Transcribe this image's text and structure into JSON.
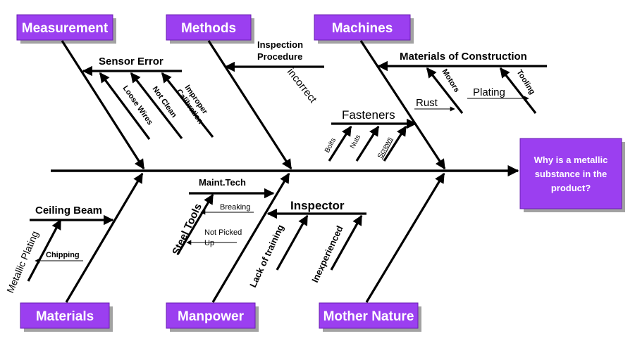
{
  "effect": "Why is a metallic substance in the product?",
  "categories": {
    "measurement": "Measurement",
    "methods": "Methods",
    "machines": "Machines",
    "materials": "Materials",
    "manpower": "Manpower",
    "mother_nature": "Mother Nature"
  },
  "causes": {
    "sensor_error": "Sensor Error",
    "loose_wires": "Loose Wires",
    "not_clean": "Not Clean",
    "improper": "Improper",
    "calibration": "Calibration",
    "inspection": "Inspection",
    "procedure": "Procedure",
    "incorrect": "incorrect",
    "materials_of_construction": "Materials of Construction",
    "motors": "Motors",
    "tooling": "Tooling",
    "rust": "Rust",
    "plating": "Plating",
    "fasteners": "Fasteners",
    "bolts": "Bolts",
    "nuts": "Nuts",
    "screws": "Screws",
    "ceiling_beam": "Ceiling Beam",
    "metallic_plating": "Metallic Plating",
    "chipping": "Chipping",
    "maint_tech": "Maint.Tech",
    "steel_tools": "Steel Tools",
    "breaking": "Breaking",
    "not_picked": "Not Picked",
    "up": "Up",
    "inspector": "Inspector",
    "lack_of_training": "Lack of training",
    "inexperienced": "Inexperienced"
  }
}
